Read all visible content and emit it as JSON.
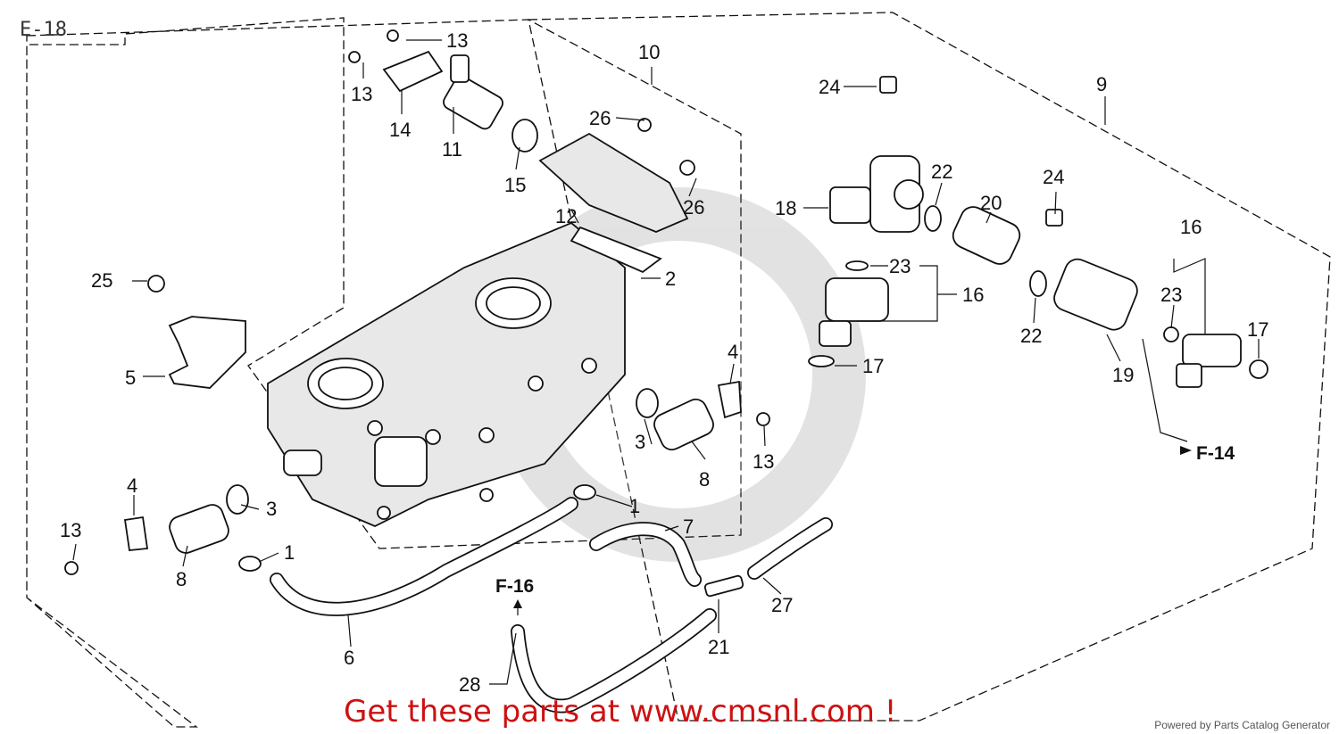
{
  "diagram_code": "E-18",
  "parts": {
    "p1a": "1",
    "p1b": "1",
    "p2": "2",
    "p3a": "3",
    "p3b": "3",
    "p4a": "4",
    "p4b": "4",
    "p5": "5",
    "p6": "6",
    "p7": "7",
    "p8a": "8",
    "p8b": "8",
    "p9": "9",
    "p10": "10",
    "p11": "11",
    "p12": "12",
    "p13a": "13",
    "p13b": "13",
    "p13c": "13",
    "p13d": "13",
    "p14": "14",
    "p15": "15",
    "p16a": "16",
    "p16b": "16",
    "p17a": "17",
    "p17b": "17",
    "p18": "18",
    "p19": "19",
    "p20": "20",
    "p21": "21",
    "p22a": "22",
    "p22b": "22",
    "p23a": "23",
    "p23b": "23",
    "p24a": "24",
    "p24b": "24",
    "p25": "25",
    "p26a": "26",
    "p26b": "26",
    "p27": "27",
    "p28": "28"
  },
  "refs": {
    "f14": "F-14",
    "f16": "F-16"
  },
  "footer": {
    "cta": "Get these parts at www.cmsnl.com !",
    "powered": "Powered by Parts Catalog Generator"
  }
}
